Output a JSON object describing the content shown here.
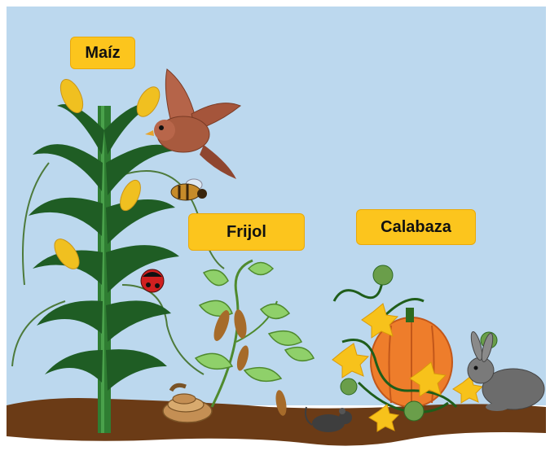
{
  "labels": {
    "maiz": "Maíz",
    "frijol": "Frijol",
    "calabaza": "Calabaza"
  },
  "colors": {
    "sky": "#bcd8ee",
    "soil": "#6b3b16",
    "label_bg": "#fcc51d",
    "leaf": "#1f6b2a",
    "bean_leaf": "#8fd06a",
    "pumpkin": "#ee7d2b",
    "squash_flower": "#f7c21b",
    "corn": "#f0c020"
  },
  "icons": [
    "corn-plant",
    "bean-plant",
    "squash-plant",
    "bird-icon",
    "bee-icon",
    "ladybug-icon",
    "snake-icon",
    "mouse-icon",
    "rabbit-icon"
  ]
}
